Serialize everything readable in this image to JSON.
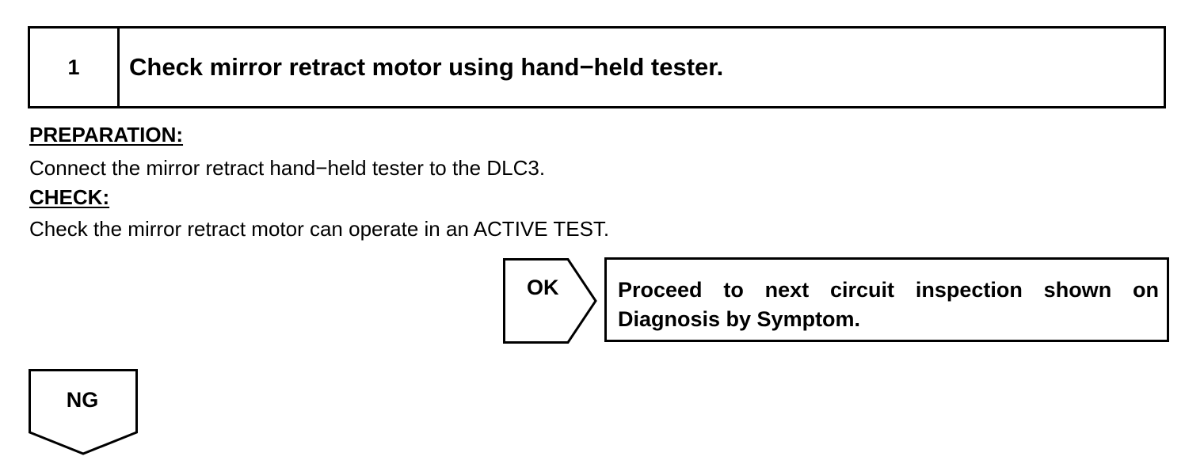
{
  "step": {
    "number": "1",
    "title": "Check mirror retract motor using hand−held tester."
  },
  "preparation": {
    "label": "PREPARATION:",
    "text": "Connect the mirror retract hand−held tester to the DLC3."
  },
  "check": {
    "label": "CHECK:",
    "text": "Check the mirror retract motor can operate in an ACTIVE TEST."
  },
  "ok_result": {
    "label": "OK",
    "line1": "Proceed to next circuit inspection shown on",
    "line2": "Diagnosis by Symptom."
  },
  "ng_result": {
    "label": "NG"
  }
}
